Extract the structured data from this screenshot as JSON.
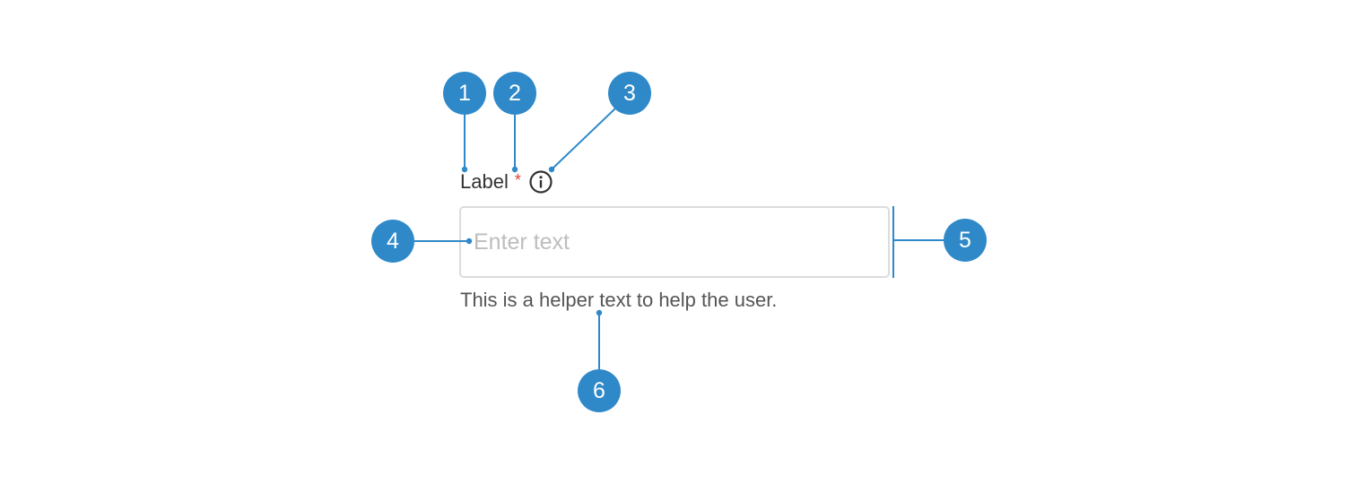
{
  "accent_color": "#2f89c9",
  "field": {
    "label": "Label",
    "required_mark": "*",
    "info_icon": "info-circle-icon",
    "placeholder": "Enter text",
    "helper_text": "This is a helper text to help the user."
  },
  "callouts": [
    {
      "number": "1"
    },
    {
      "number": "2"
    },
    {
      "number": "3"
    },
    {
      "number": "4"
    },
    {
      "number": "5"
    },
    {
      "number": "6"
    }
  ]
}
